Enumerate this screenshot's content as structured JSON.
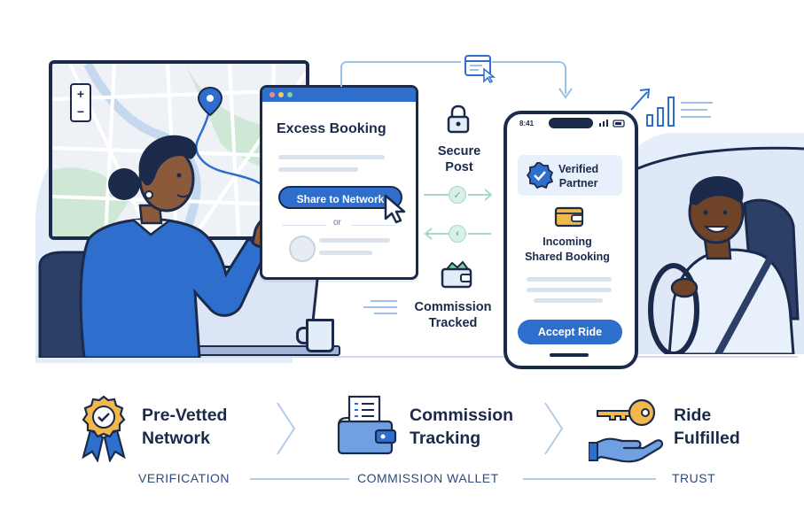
{
  "colors": {
    "navy": "#1b2a4a",
    "primary_blue": "#2e6fce",
    "light_blue": "#e3ecf9",
    "mint": "#4fb59a",
    "gold": "#f2b84b"
  },
  "icons": [
    "map-pin-icon",
    "zoom-control-icon",
    "cursor-icon",
    "lock-icon",
    "check-circle-icon",
    "back-arrow-circle-icon",
    "wallet-icon",
    "browser-cursor-icon",
    "bar-chart-icon",
    "verified-badge-icon",
    "award-ribbon-icon",
    "receipt-wallet-icon",
    "key-icon",
    "hand-icon",
    "chevron-right-icon"
  ],
  "map": {
    "zoom_in": "+",
    "zoom_out": "−"
  },
  "browser": {
    "title": "Excess Booking",
    "share_button": "Share to Network",
    "divider": "or"
  },
  "flow": {
    "secure_post": [
      "Secure",
      "Post"
    ],
    "commission_tracked": [
      "Commission",
      "Tracked"
    ]
  },
  "phone": {
    "time": "8:41",
    "verified": [
      "Verified",
      "Partner"
    ],
    "incoming": [
      "Incoming",
      "Shared Booking"
    ],
    "accept_button": "Accept Ride"
  },
  "features": [
    {
      "line1": "Pre-Vetted",
      "line2": "Network"
    },
    {
      "line1": "Commission",
      "line2": "Tracking"
    },
    {
      "line1": "Ride",
      "line2": "Fulfilled"
    }
  ],
  "bottom_labels": [
    "VERIFICATION",
    "COMMISSION WALLET",
    "TRUST"
  ]
}
